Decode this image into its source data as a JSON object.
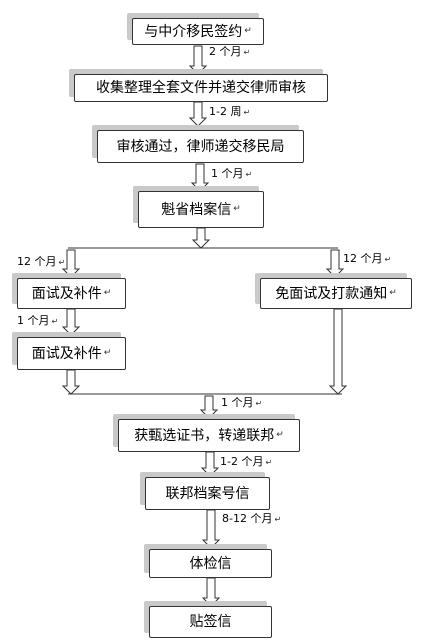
{
  "mark": "↵",
  "steps": {
    "s1": "与中介移民签约",
    "s2": "收集整理全套文件并递交律师审核",
    "s3": "审核通过，律师递交移民局",
    "s4": "魁省档案信",
    "s5a": "面试及补件",
    "s5b": "免面试及打款通知",
    "s6": "面试及补件",
    "s7": "获甄选证书，转递联邦",
    "s8": "联邦档案号信",
    "s9": "体检信",
    "s10": "贴签信"
  },
  "durations": {
    "d1": "2 个月",
    "d2": "1-2 周",
    "d3": "1 个月",
    "d4a": "12 个月",
    "d4b": "12 个月",
    "d5": "1 个月",
    "d6": "1 个月",
    "d7": "1-2 个月",
    "d8": "8-12 个月"
  }
}
